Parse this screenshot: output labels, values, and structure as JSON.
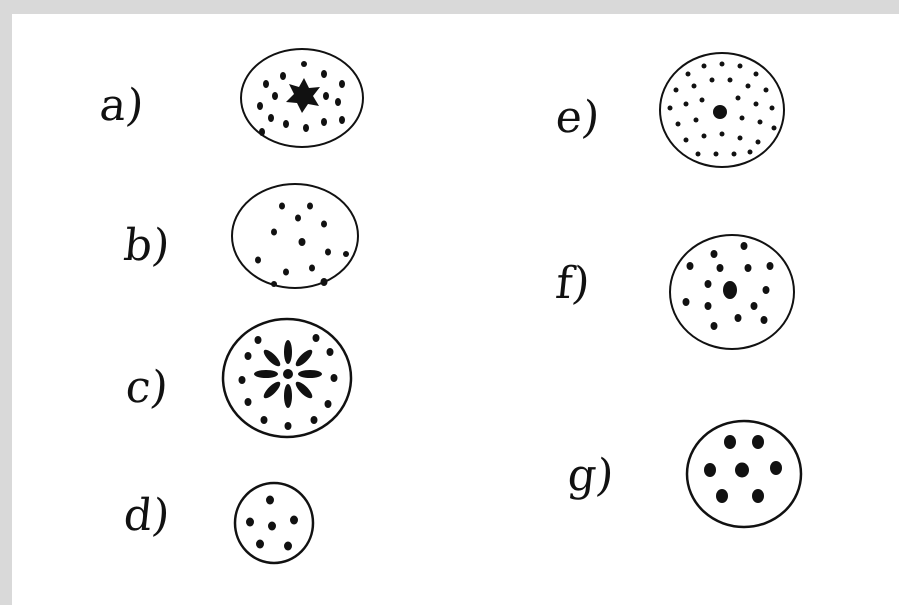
{
  "ink_color": "#111111",
  "panels": [
    {
      "id": "a",
      "label": "a)"
    },
    {
      "id": "b",
      "label": "b)"
    },
    {
      "id": "c",
      "label": "c)"
    },
    {
      "id": "d",
      "label": "d)"
    },
    {
      "id": "e",
      "label": "e)"
    },
    {
      "id": "f",
      "label": "f)"
    },
    {
      "id": "g",
      "label": "g)"
    }
  ]
}
